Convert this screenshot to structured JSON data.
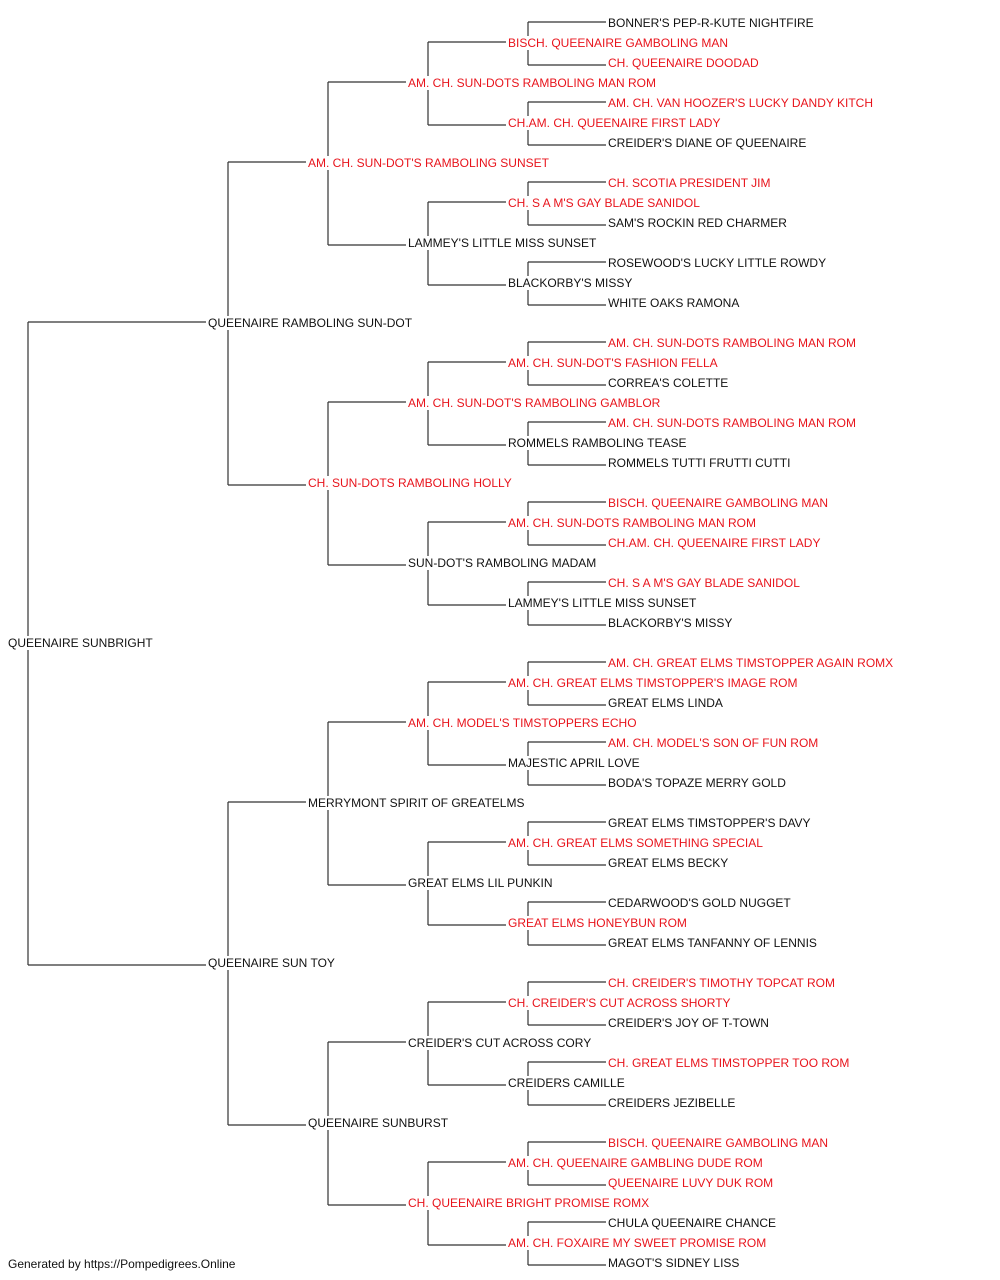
{
  "pedigree": {
    "name": "QUEENAIRE SUNBRIGHT",
    "champion": false,
    "sire": {
      "name": "QUEENAIRE RAMBOLING SUN-DOT",
      "champion": false,
      "sire": {
        "name": "AM. CH. SUN-DOT'S RAMBOLING SUNSET",
        "champion": true,
        "sire": {
          "name": "AM. CH. SUN-DOTS RAMBOLING MAN ROM",
          "champion": true,
          "sire": {
            "name": "BISCH. QUEENAIRE GAMBOLING MAN",
            "champion": true,
            "sire": {
              "name": "BONNER'S PEP-R-KUTE NIGHTFIRE",
              "champion": false
            },
            "dam": {
              "name": "CH. QUEENAIRE DOODAD",
              "champion": true
            }
          },
          "dam": {
            "name": "CH.AM. CH. QUEENAIRE FIRST LADY",
            "champion": true,
            "sire": {
              "name": "AM. CH. VAN HOOZER'S LUCKY DANDY KITCH",
              "champion": true
            },
            "dam": {
              "name": "CREIDER'S DIANE OF QUEENAIRE",
              "champion": false
            }
          }
        },
        "dam": {
          "name": "LAMMEY'S LITTLE MISS SUNSET",
          "champion": false,
          "sire": {
            "name": "CH. S A M'S GAY BLADE SANIDOL",
            "champion": true,
            "sire": {
              "name": "CH. SCOTIA PRESIDENT JIM",
              "champion": true
            },
            "dam": {
              "name": "SAM'S ROCKIN RED CHARMER",
              "champion": false
            }
          },
          "dam": {
            "name": "BLACKORBY'S MISSY",
            "champion": false,
            "sire": {
              "name": "ROSEWOOD'S LUCKY LITTLE ROWDY",
              "champion": false
            },
            "dam": {
              "name": "WHITE OAKS RAMONA",
              "champion": false
            }
          }
        }
      },
      "dam": {
        "name": "CH. SUN-DOTS RAMBOLING HOLLY",
        "champion": true,
        "sire": {
          "name": "AM. CH. SUN-DOT'S RAMBOLING GAMBLOR",
          "champion": true,
          "sire": {
            "name": "AM. CH. SUN-DOT'S FASHION FELLA",
            "champion": true,
            "sire": {
              "name": "AM. CH. SUN-DOTS RAMBOLING MAN ROM",
              "champion": true
            },
            "dam": {
              "name": "CORREA'S COLETTE",
              "champion": false
            }
          },
          "dam": {
            "name": "ROMMELS RAMBOLING TEASE",
            "champion": false,
            "sire": {
              "name": "AM. CH. SUN-DOTS RAMBOLING MAN ROM",
              "champion": true
            },
            "dam": {
              "name": "ROMMELS TUTTI FRUTTI CUTTI",
              "champion": false
            }
          }
        },
        "dam": {
          "name": "SUN-DOT'S RAMBOLING MADAM",
          "champion": false,
          "sire": {
            "name": "AM. CH. SUN-DOTS RAMBOLING MAN ROM",
            "champion": true,
            "sire": {
              "name": "BISCH. QUEENAIRE GAMBOLING MAN",
              "champion": true
            },
            "dam": {
              "name": "CH.AM. CH. QUEENAIRE FIRST LADY",
              "champion": true
            }
          },
          "dam": {
            "name": "LAMMEY'S LITTLE MISS SUNSET",
            "champion": false,
            "sire": {
              "name": "CH. S A M'S GAY BLADE SANIDOL",
              "champion": true
            },
            "dam": {
              "name": "BLACKORBY'S MISSY",
              "champion": false
            }
          }
        }
      }
    },
    "dam": {
      "name": "QUEENAIRE SUN TOY",
      "champion": false,
      "sire": {
        "name": "MERRYMONT SPIRIT OF GREATELMS",
        "champion": false,
        "sire": {
          "name": "AM. CH. MODEL'S TIMSTOPPERS ECHO",
          "champion": true,
          "sire": {
            "name": "AM. CH. GREAT ELMS TIMSTOPPER'S IMAGE ROM",
            "champion": true,
            "sire": {
              "name": "AM. CH. GREAT ELMS TIMSTOPPER AGAIN ROMX",
              "champion": true
            },
            "dam": {
              "name": "GREAT ELMS LINDA",
              "champion": false
            }
          },
          "dam": {
            "name": "MAJESTIC APRIL LOVE",
            "champion": false,
            "sire": {
              "name": "AM. CH. MODEL'S SON OF FUN ROM",
              "champion": true
            },
            "dam": {
              "name": "BODA'S TOPAZE MERRY GOLD",
              "champion": false
            }
          }
        },
        "dam": {
          "name": "GREAT ELMS LIL PUNKIN",
          "champion": false,
          "sire": {
            "name": "AM. CH. GREAT ELMS SOMETHING SPECIAL",
            "champion": true,
            "sire": {
              "name": "GREAT ELMS TIMSTOPPER'S DAVY",
              "champion": false
            },
            "dam": {
              "name": "GREAT ELMS BECKY",
              "champion": false
            }
          },
          "dam": {
            "name": "GREAT ELMS HONEYBUN ROM",
            "champion": true,
            "sire": {
              "name": "CEDARWOOD'S GOLD NUGGET",
              "champion": false
            },
            "dam": {
              "name": "GREAT ELMS TANFANNY OF LENNIS",
              "champion": false
            }
          }
        }
      },
      "dam": {
        "name": "QUEENAIRE SUNBURST",
        "champion": false,
        "sire": {
          "name": "CREIDER'S CUT ACROSS CORY",
          "champion": false,
          "sire": {
            "name": "CH. CREIDER'S CUT ACROSS SHORTY",
            "champion": true,
            "sire": {
              "name": "CH. CREIDER'S TIMOTHY TOPCAT ROM",
              "champion": true
            },
            "dam": {
              "name": "CREIDER'S JOY OF T-TOWN",
              "champion": false
            }
          },
          "dam": {
            "name": "CREIDERS CAMILLE",
            "champion": false,
            "sire": {
              "name": "CH. GREAT ELMS TIMSTOPPER TOO ROM",
              "champion": true
            },
            "dam": {
              "name": "CREIDERS JEZIBELLE",
              "champion": false
            }
          }
        },
        "dam": {
          "name": "CH. QUEENAIRE BRIGHT PROMISE ROMX",
          "champion": true,
          "sire": {
            "name": "AM. CH. QUEENAIRE GAMBLING DUDE ROM",
            "champion": true,
            "sire": {
              "name": "BISCH. QUEENAIRE GAMBOLING MAN",
              "champion": true
            },
            "dam": {
              "name": "QUEENAIRE LUVY DUK ROM",
              "champion": true
            }
          },
          "dam": {
            "name": "AM. CH. FOXAIRE MY SWEET PROMISE ROM",
            "champion": true,
            "sire": {
              "name": "CHULA QUEENAIRE CHANCE",
              "champion": false
            },
            "dam": {
              "name": "MAGOT'S SIDNEY LISS",
              "champion": false
            }
          }
        }
      }
    }
  },
  "colors": {
    "champion": "#e8141c",
    "plain": "#111111",
    "line": "#333333"
  },
  "footer": "Generated by https://Pompedigrees.Online"
}
